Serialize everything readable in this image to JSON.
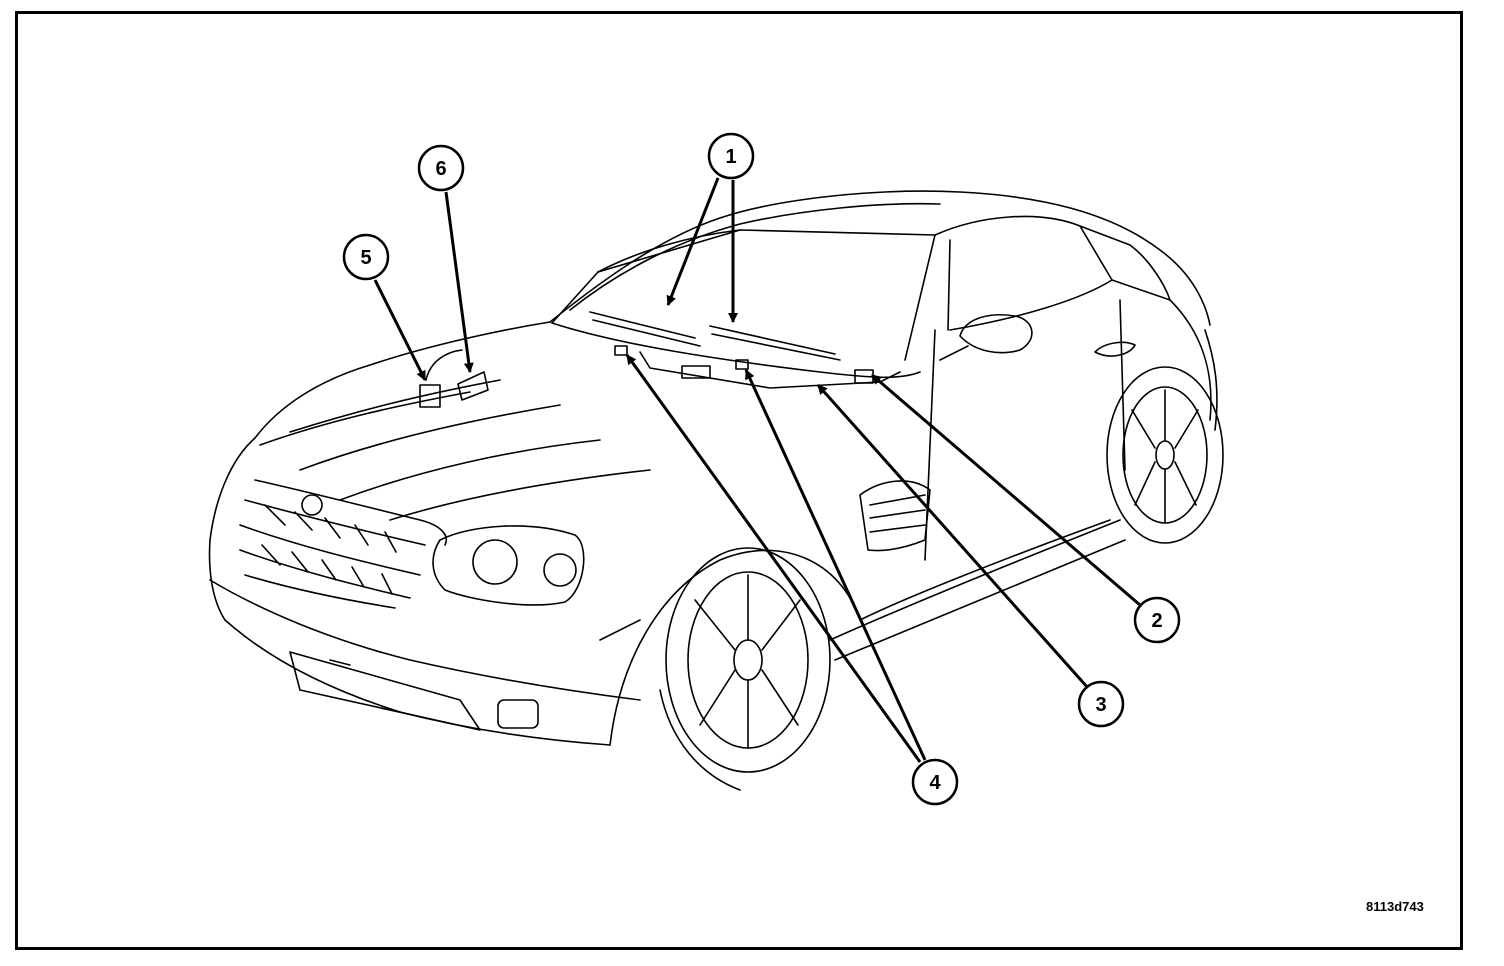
{
  "figure_code": "8113d743",
  "callouts": [
    {
      "id": "1",
      "label": "1"
    },
    {
      "id": "2",
      "label": "2"
    },
    {
      "id": "3",
      "label": "3"
    },
    {
      "id": "4",
      "label": "4"
    },
    {
      "id": "5",
      "label": "5"
    },
    {
      "id": "6",
      "label": "6"
    }
  ],
  "colors": {
    "ink": "#000000",
    "paper": "#ffffff"
  }
}
